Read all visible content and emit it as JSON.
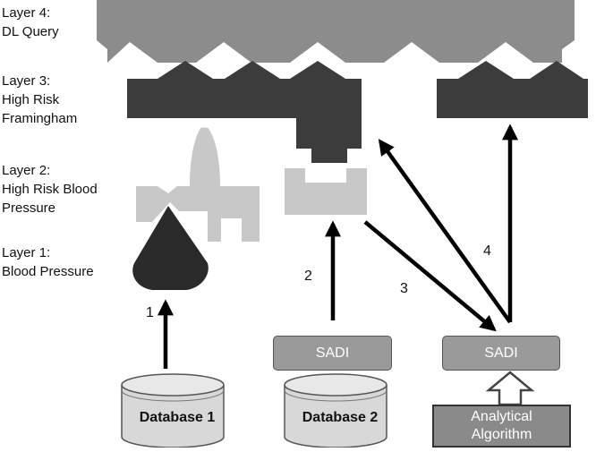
{
  "layers": [
    {
      "line1": "Layer 4:",
      "line2": "DL Query",
      "line3": ""
    },
    {
      "line1": "Layer 3:",
      "line2": "High Risk",
      "line3": "Framingham"
    },
    {
      "line1": "Layer 2:",
      "line2": "High Risk Blood",
      "line3": "Pressure"
    },
    {
      "line1": "Layer 1:",
      "line2": "Blood Pressure",
      "line3": ""
    }
  ],
  "arrow_labels": [
    "1",
    "2",
    "3",
    "4"
  ],
  "services": {
    "sadi_left": "SADI",
    "sadi_right": "SADI"
  },
  "algorithm": {
    "line1": "Analytical",
    "line2": "Algorithm"
  },
  "databases": [
    "Database 1",
    "Database 2"
  ],
  "colors": {
    "layer4": "#8c8c8c",
    "layer3": "#3c3c3c",
    "layer2": "#c8c8c8",
    "layer1": "#2a2a2a",
    "sadi": "#9a9a9a",
    "database": "#d8d8d8",
    "algorithm": "#8a8a8a",
    "arrow": "#000000"
  }
}
